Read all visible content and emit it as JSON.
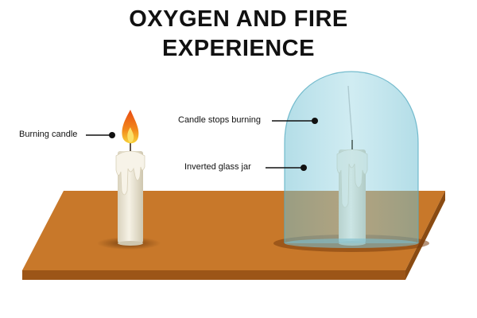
{
  "title": {
    "line1": "OXYGEN AND FIRE",
    "line2": "EXPERIENCE"
  },
  "labels": {
    "burning_candle": "Burning candle",
    "candle_stops": "Candle stops burning",
    "glass_jar": "Inverted glass jar"
  },
  "colors": {
    "table_top": "#c8782a",
    "table_front": "#9c5517",
    "jar_fill": "#7fc7d8",
    "candle_wax": "#efeadb",
    "flame_outer": "#e84a12",
    "flame_inner": "#f8d23a"
  }
}
